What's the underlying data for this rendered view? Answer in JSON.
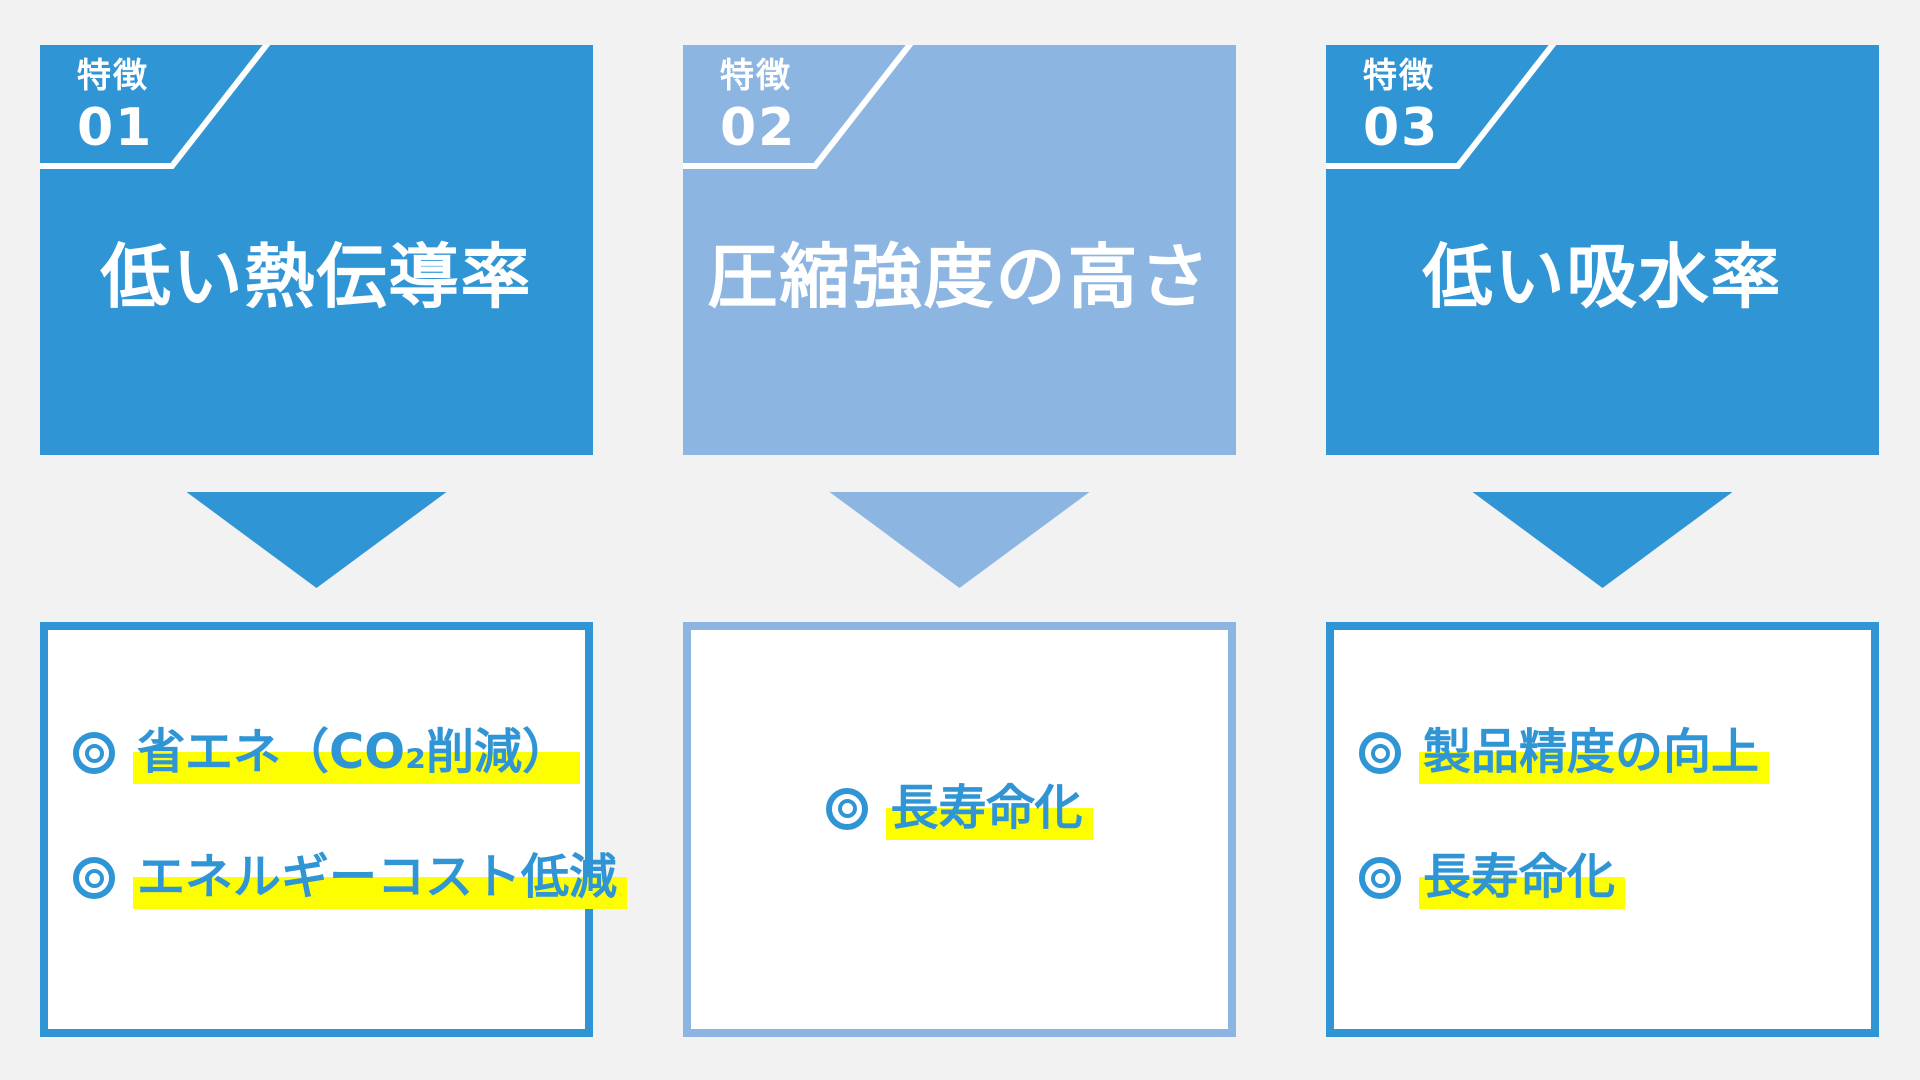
{
  "colors": {
    "primary_blue": "#3095d5",
    "light_blue": "#8db5e1",
    "highlight_yellow": "#fdff00",
    "background": "#f2f2f2",
    "card_text": "#ffffff"
  },
  "columns": [
    {
      "badge_label": "特徴",
      "badge_number": "01",
      "title": "低い熱伝導率",
      "theme": "dark",
      "benefits": [
        {
          "bullet": "◎",
          "text": "省エネ（CO₂削減）"
        },
        {
          "bullet": "◎",
          "text": "エネルギーコスト低減"
        }
      ]
    },
    {
      "badge_label": "特徴",
      "badge_number": "02",
      "title": "圧縮強度の高さ",
      "theme": "light",
      "benefits": [
        {
          "bullet": "◎",
          "text": "長寿命化"
        }
      ]
    },
    {
      "badge_label": "特徴",
      "badge_number": "03",
      "title": "低い吸水率",
      "theme": "dark",
      "benefits": [
        {
          "bullet": "◎",
          "text": "製品精度の向上"
        },
        {
          "bullet": "◎",
          "text": "長寿命化"
        }
      ]
    }
  ]
}
